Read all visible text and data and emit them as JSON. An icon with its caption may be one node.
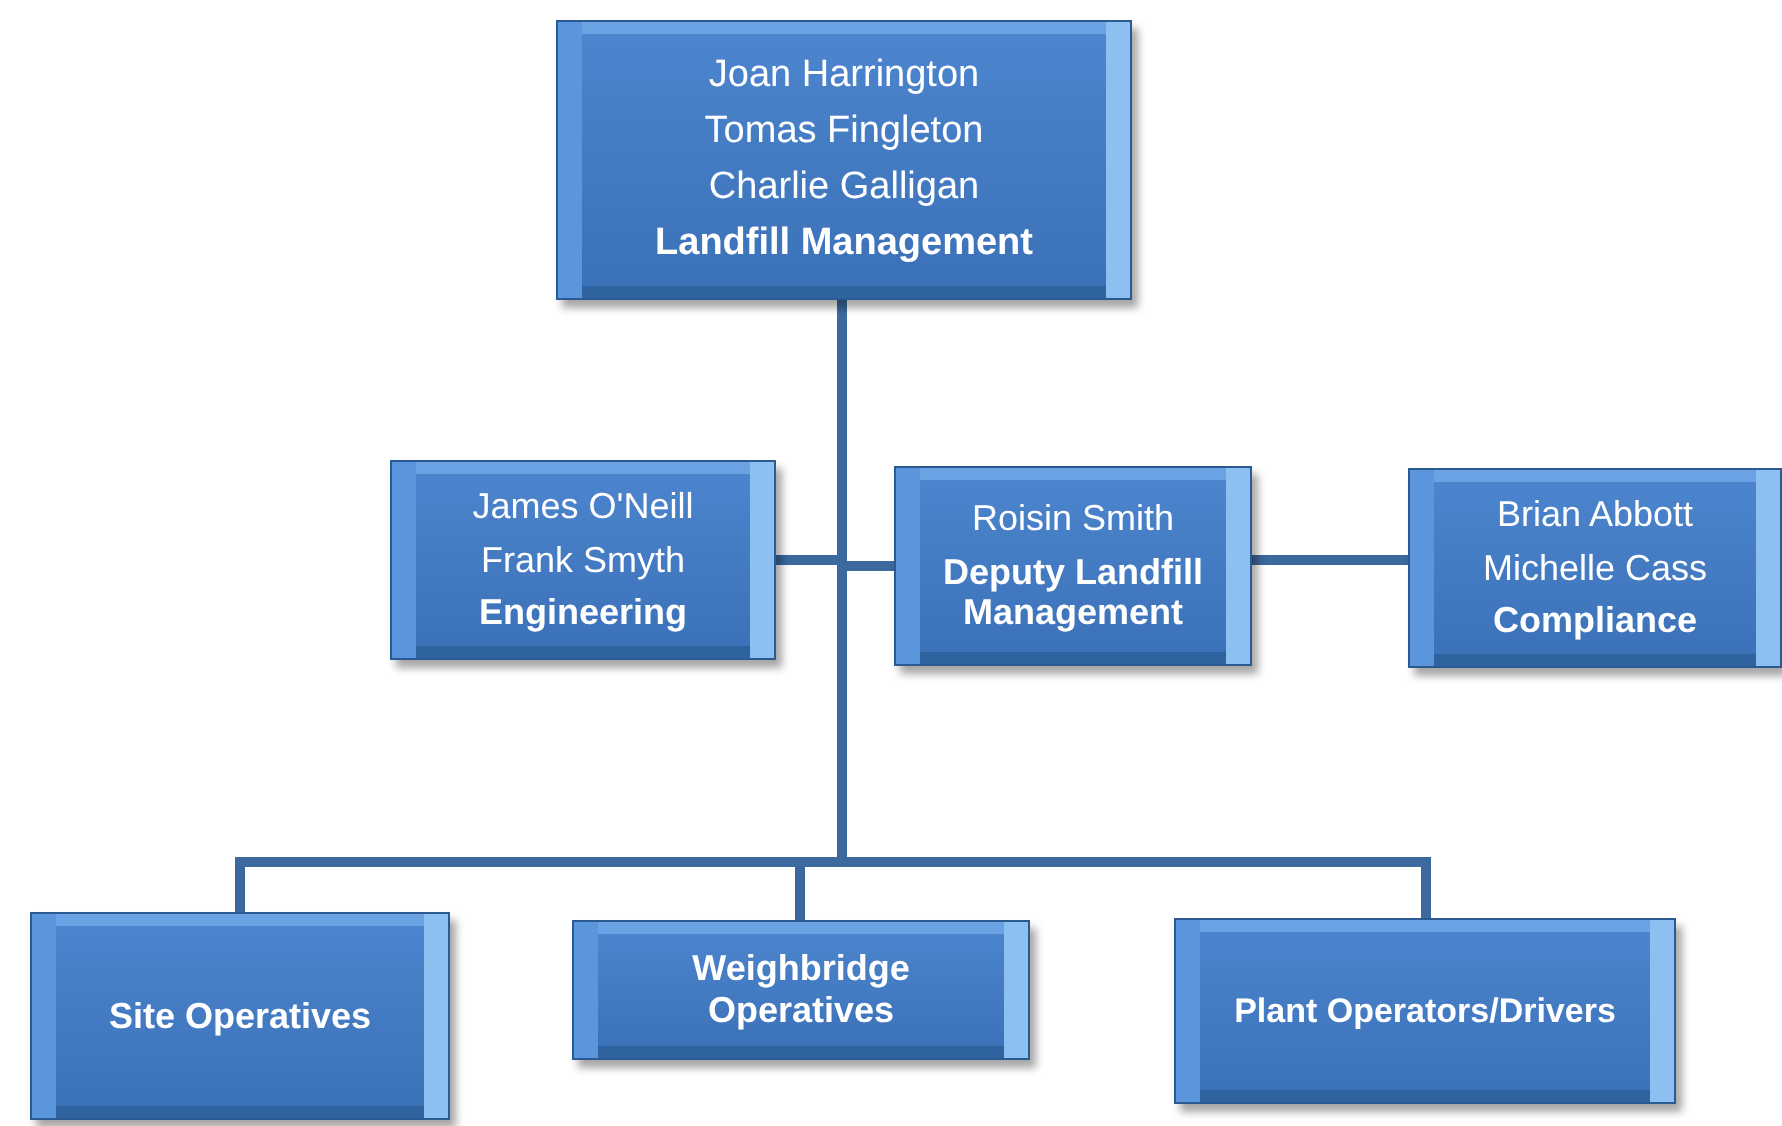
{
  "diagram": {
    "nodes": [
      {
        "text": [
          "Joan Harrington",
          "Tomas Fingleton",
          "Charlie Galligan",
          "Landfill Management"
        ]
      },
      {
        "text": [
          "James O'Neill",
          "Frank Smyth",
          "Engineering"
        ]
      },
      {
        "text": [
          "Roisin Smith",
          "Deputy Landfill Management"
        ]
      },
      {
        "text": [
          "Brian Abbott",
          "Michelle Cass",
          "Compliance"
        ]
      },
      {
        "text": [
          "Site Operatives"
        ]
      },
      {
        "text": [
          "Weighbridge Operatives"
        ]
      },
      {
        "text": [
          "Plant Operators/Drivers"
        ]
      }
    ],
    "edges": [
      {
        "from": 0,
        "to": 1,
        "arrow": "none"
      },
      {
        "from": 0,
        "to": 2,
        "arrow": "none"
      },
      {
        "from": 2,
        "to": 3,
        "arrow": "none"
      },
      {
        "from": 0,
        "to": 4,
        "arrow": "none"
      },
      {
        "from": 0,
        "to": 5,
        "arrow": "none"
      },
      {
        "from": 0,
        "to": 6,
        "arrow": "none"
      }
    ]
  }
}
